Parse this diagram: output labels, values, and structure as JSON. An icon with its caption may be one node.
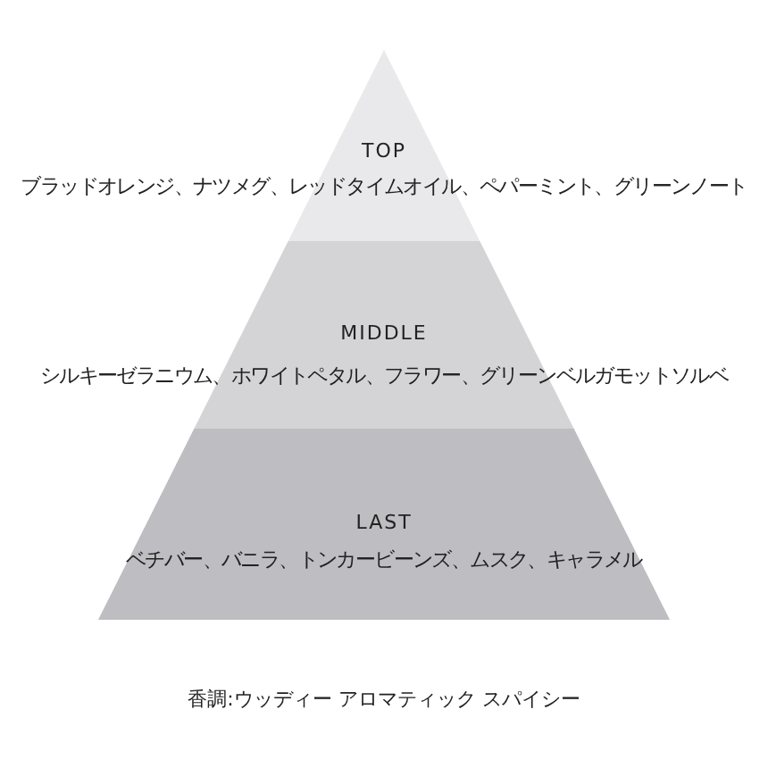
{
  "diagram": {
    "caption": "香調:ウッディー アロマティック スパイシー",
    "nodes": [
      {
        "text": [
          "TOP",
          "ブラッドオレンジ、ナツメグ、レッドタイムオイル、ペパーミント、グリーンノート"
        ]
      },
      {
        "text": [
          "MIDDLE",
          "シルキーゼラニウム、ホワイトペタル、フラワー、グリーンベルガモットソルベ"
        ]
      },
      {
        "text": [
          "LAST",
          "ベチバー、バニラ、トンカービーンズ、ムスク、キャラメル"
        ]
      }
    ]
  }
}
